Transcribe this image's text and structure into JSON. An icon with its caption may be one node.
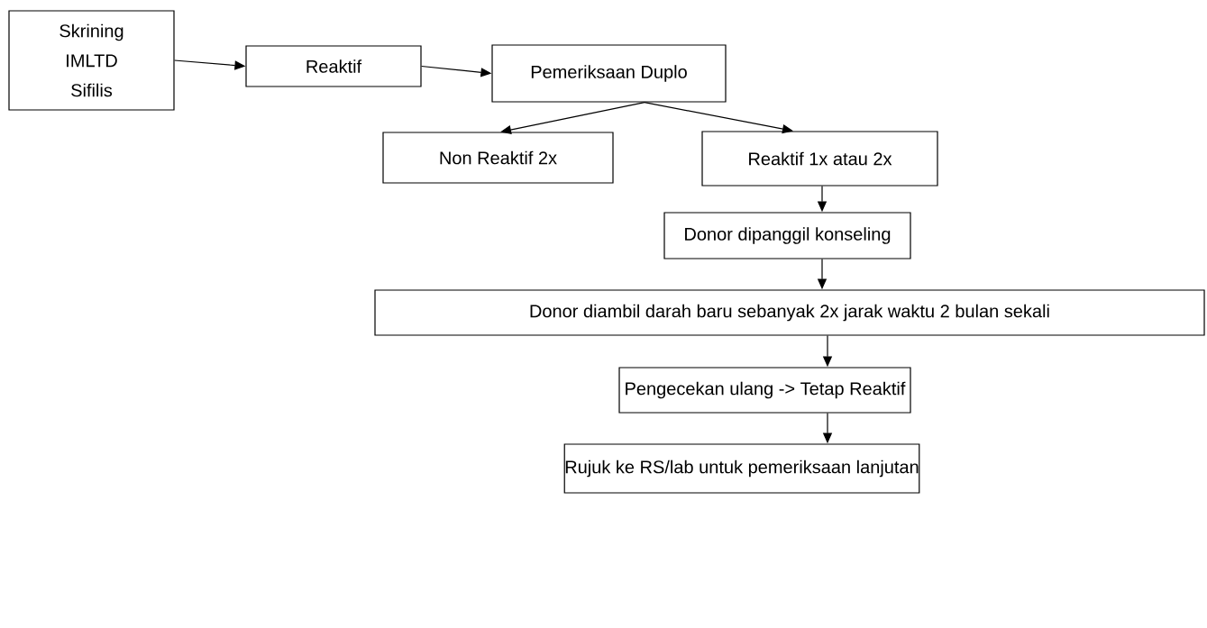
{
  "diagram": {
    "nodes": [
      {
        "text": [
          "Skrining IMLTD Sifilis"
        ]
      },
      {
        "text": [
          "Reaktif"
        ]
      },
      {
        "text": [
          "Pemeriksaan Duplo"
        ]
      },
      {
        "text": [
          "Non Reaktif 2x"
        ]
      },
      {
        "text": [
          "Reaktif 1x atau 2x"
        ]
      },
      {
        "text": [
          "Donor dipanggil konseling"
        ]
      },
      {
        "text": [
          "Donor diambil darah baru sebanyak 2x jarak waktu 2 bulan sekali"
        ]
      },
      {
        "text": [
          "Pengecekan ulang -> Tetap Reaktif"
        ]
      },
      {
        "text": [
          "Rujuk ke RS/lab untuk pemeriksaan lanjutan"
        ]
      }
    ],
    "edges": [
      {
        "from": 0,
        "to": 1,
        "arrow": "to"
      },
      {
        "from": 1,
        "to": 2,
        "arrow": "to"
      },
      {
        "from": 2,
        "to": 3,
        "arrow": "to"
      },
      {
        "from": 2,
        "to": 4,
        "arrow": "to"
      },
      {
        "from": 4,
        "to": 5,
        "arrow": "to"
      },
      {
        "from": 5,
        "to": 6,
        "arrow": "to"
      },
      {
        "from": 6,
        "to": 7,
        "arrow": "to"
      },
      {
        "from": 7,
        "to": 8,
        "arrow": "to"
      }
    ]
  }
}
